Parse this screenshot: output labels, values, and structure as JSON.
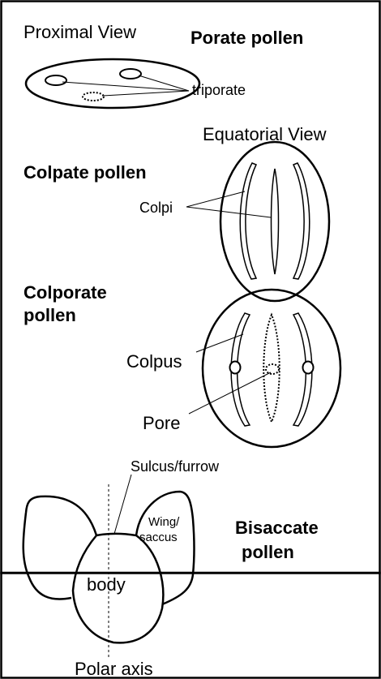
{
  "porate": {
    "view_label": "Proximal View",
    "title": "Porate pollen",
    "pointer_label": "triporate"
  },
  "colpate": {
    "view_label": "Equatorial View",
    "title": "Colpate pollen",
    "pointer_label": "Colpi"
  },
  "colporate": {
    "title_line1": "Colporate",
    "title_line2": "pollen",
    "colpus_label": "Colpus",
    "pore_label": "Pore"
  },
  "bisaccate": {
    "sulcus_label": "Sulcus/furrow",
    "wing_line1": "Wing/",
    "wing_line2": "saccus",
    "body_label": "body",
    "title_line1": "Bisaccate",
    "title_line2": "pollen",
    "axis_label": "Polar axis"
  }
}
